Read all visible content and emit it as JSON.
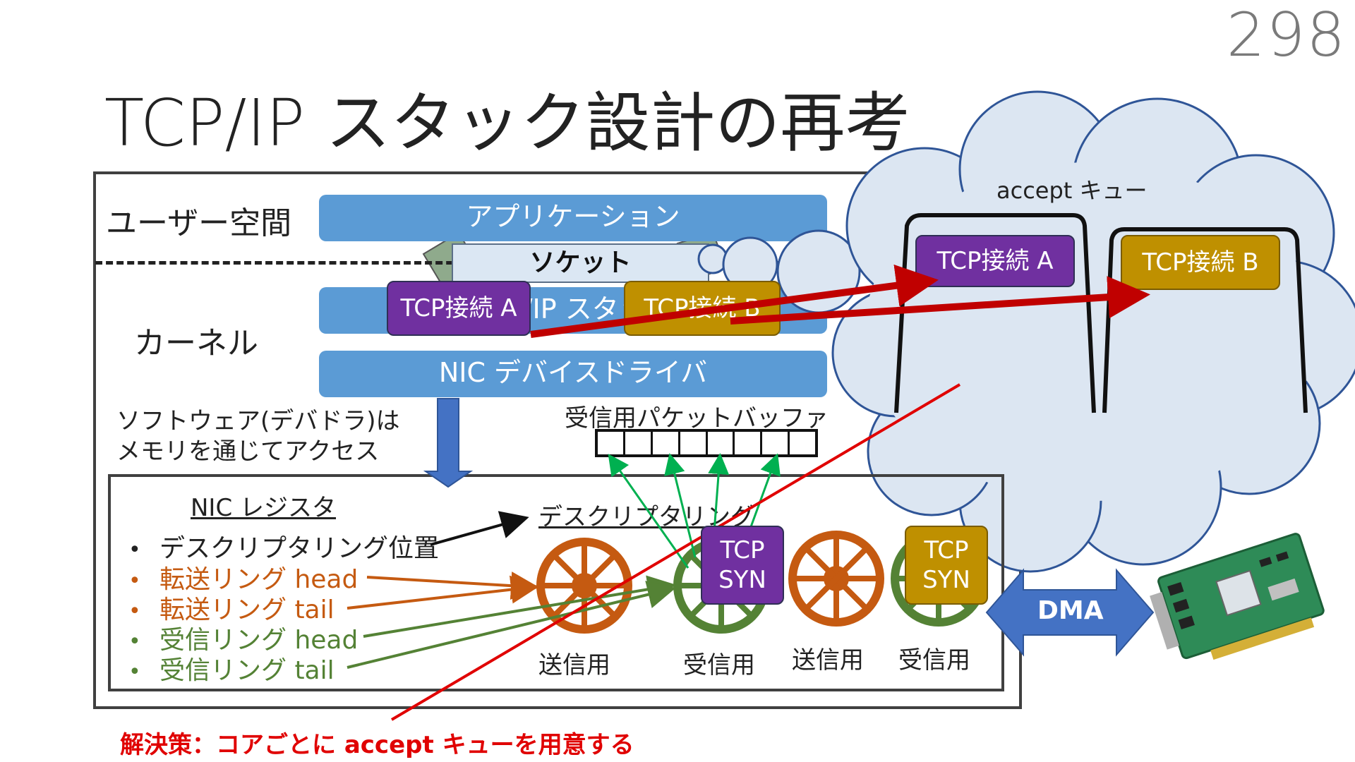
{
  "page_number": "298",
  "title": "TCP/IP スタック設計の再考",
  "user_space_label": "ユーザー空間",
  "kernel_label": "カーネル",
  "application_bar": "アプリケーション",
  "tcpip_stack_bar": "TCP/IP スタック",
  "nic_driver_bar": "NIC デバイスドライバ",
  "socket_label": "ソケット",
  "conn_a": "TCP接続 A",
  "conn_b": "TCP接続 B",
  "accept_queue_label": "accept キュー",
  "software_note_line1": "ソフトウェア(デバドラ)は",
  "software_note_line2": "メモリを通じてアクセス",
  "rx_packet_buffer_label": "受信用パケットバッファ",
  "nic_register_heading": "NIC レジスタ",
  "nic_register_items": [
    {
      "text": "デスクリプタリング位置",
      "color": "#222222"
    },
    {
      "text": "転送リング head",
      "color": "#c55a11"
    },
    {
      "text": "転送リング tail",
      "color": "#c55a11"
    },
    {
      "text": "受信リング head",
      "color": "#548235"
    },
    {
      "text": "受信リング tail",
      "color": "#548235"
    }
  ],
  "descriptor_ring_label": "デスクリプタリング",
  "ring_labels": [
    "送信用",
    "受信用",
    "送信用",
    "受信用"
  ],
  "syn_line1": "TCP",
  "syn_line2": "SYN",
  "dma_label": "DMA",
  "solution_text": "解決策：コアごとに accept キューを用意する",
  "colors": {
    "bar_blue": "#5b9bd5",
    "purple": "#7030a0",
    "gold": "#bf9000",
    "tx_orange": "#c55a11",
    "rx_green": "#548235",
    "arrow_red": "#c00000",
    "cloud": "#dce6f2"
  },
  "icons": [
    "nic-board-icon",
    "cloud-shape",
    "ring-wheel-icon",
    "dma-double-arrow-icon"
  ]
}
